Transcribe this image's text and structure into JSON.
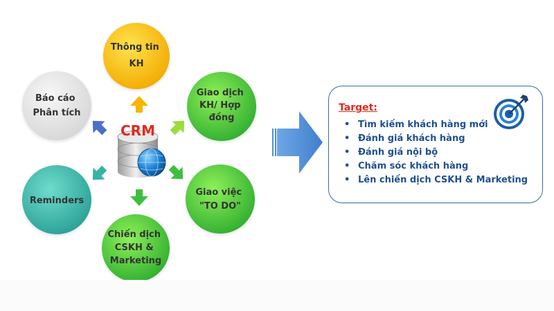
{
  "center": {
    "label": "CRM"
  },
  "nodes": [
    {
      "id": "thong-tin-kh",
      "lines": [
        "Thông tin",
        "KH"
      ]
    },
    {
      "id": "giao-dich",
      "lines": [
        "Giao dịch",
        "KH/ Hợp",
        "đồng"
      ]
    },
    {
      "id": "giao-viec",
      "lines": [
        "Giao việc",
        "\"TO DO\""
      ]
    },
    {
      "id": "chien-dich",
      "lines": [
        "Chiến dịch",
        "CSKH &",
        "Marketing"
      ]
    },
    {
      "id": "reminders",
      "lines": [
        "Reminders"
      ]
    },
    {
      "id": "bao-cao",
      "lines": [
        "Báo cáo",
        "Phân tích"
      ]
    }
  ],
  "target": {
    "title": "Target:",
    "items": [
      "Tìm kiếm khách hàng mới",
      "Đánh giá khách hàng",
      "Đánh giá nội bộ",
      "Chăm sóc khách hàng",
      "Lên chiến dịch CSKH & Marketing"
    ]
  },
  "colors": {
    "yellow": "#f2b705",
    "green": "#3fbf3f",
    "teal": "#37b3a8",
    "gray": "#e6e6e6",
    "arrow_blue": "#4d8fd6",
    "box_border": "#3d6fa8",
    "target_title": "#e12a1f",
    "target_text": "#1f4f8f"
  },
  "icons": [
    "database-icon",
    "globe-icon",
    "target-icon",
    "big-arrow-icon"
  ]
}
